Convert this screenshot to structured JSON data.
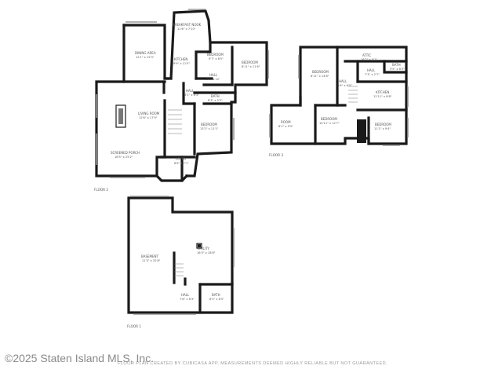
{
  "floors": {
    "floor2": {
      "label": "FLOOR 2",
      "rooms": [
        {
          "name": "BREAKFAST NOOK",
          "dims": "11'6\" x 7'10\""
        },
        {
          "name": "DINING AREA",
          "dims": "12'1\" x 15'3\""
        },
        {
          "name": "KITCHEN",
          "dims": "9'9\" x 11'5\""
        },
        {
          "name": "BEDROOM",
          "dims": "9'7\" x 8'5\""
        },
        {
          "name": "BEDROOM",
          "dims": "8'11\" x 11'6\""
        },
        {
          "name": "HALL",
          "dims": "3'6\" x 12'"
        },
        {
          "name": "HALL",
          "dims": "3'1\" x 6'3\""
        },
        {
          "name": "BATH",
          "dims": "8'3\" x 5'3\""
        },
        {
          "name": "LIVING ROOM",
          "dims": "12'6\" x 17'9\""
        },
        {
          "name": "BEDROOM",
          "dims": "13'2\" x 11'1\""
        },
        {
          "name": "SCREENED PORCH",
          "dims": "18'5\" x 25'2\""
        },
        {
          "name": "FOYER",
          "dims": "8'6\" x 7'1\""
        }
      ]
    },
    "floor3": {
      "label": "FLOOR 3",
      "rooms": [
        {
          "name": "BEDROOM",
          "dims": "8'11\" x 14'8\""
        },
        {
          "name": "ATTIC",
          "dims": "16'2\" x 5'1\""
        },
        {
          "name": "BATH",
          "dims": "5'5\" x 8'5\""
        },
        {
          "name": "HALL",
          "dims": "7'3\" x 2'7\""
        },
        {
          "name": "HALL",
          "dims": "3'6\" x 6'5\""
        },
        {
          "name": "KITCHEN",
          "dims": "12'11\" x 8'8\""
        },
        {
          "name": "ROOM",
          "dims": "8'1\" x 9'5\""
        },
        {
          "name": "BEDROOM",
          "dims": "14'11\" x 12'7\""
        },
        {
          "name": "BEDROOM",
          "dims": "11'1\" x 9'4\""
        }
      ]
    },
    "floor1": {
      "label": "FLOOR 1",
      "rooms": [
        {
          "name": "BASEMENT",
          "dims": "11'3\" x 32'8\""
        },
        {
          "name": "UTILITY",
          "dims": "16'3\" x 18'8\""
        },
        {
          "name": "HALL",
          "dims": "7'6\" x 6'3\""
        },
        {
          "name": "BATH",
          "dims": "8'3\" x 6'5\""
        }
      ]
    }
  },
  "watermark": {
    "copyright": "©2025 Staten Island MLS, Inc.",
    "disclaimer": "FLOOR PLAN CREATED BY CUBICASA APP. MEASUREMENTS DEEMED HIGHLY RELIABLE BUT NOT GUARANTEED."
  }
}
